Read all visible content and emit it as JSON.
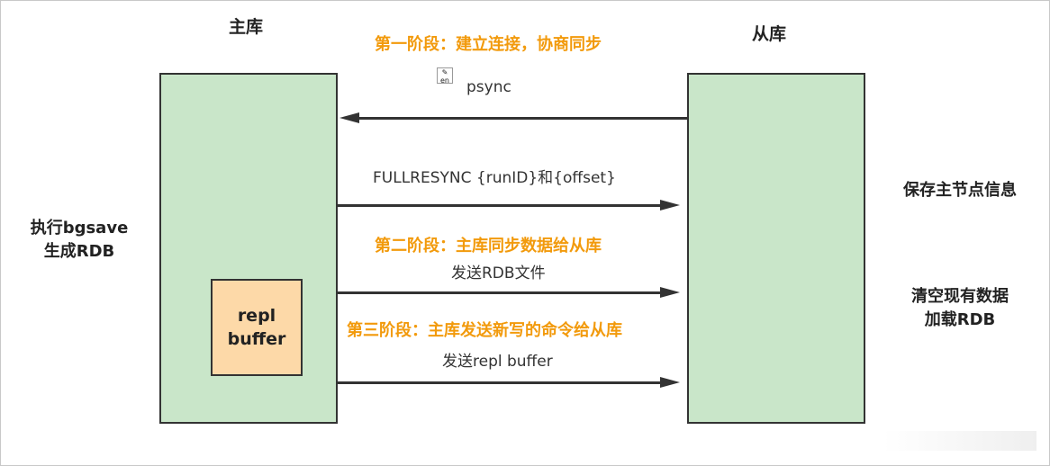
{
  "labels": {
    "master": "主库",
    "slave": "从库",
    "master_side": [
      "执行bgsave",
      "生成RDB"
    ],
    "repl_buffer": [
      "repl",
      "buffer"
    ],
    "slave_save": "保存主节点信息",
    "slave_clear": [
      "清空现有数据",
      "加载RDB"
    ]
  },
  "stages": {
    "stage1": "第一阶段：建立连接，协商同步",
    "stage2": "第二阶段：主库同步数据给从库",
    "stage3": "第三阶段：主库发送新写的命令给从库"
  },
  "messages": {
    "psync": "psync",
    "fullresync": "FULLRESYNC {runID}和{offset}",
    "send_rdb": "发送RDB文件",
    "send_repl": "发送repl buffer"
  },
  "colors": {
    "box_fill": "#c9e6c9",
    "buffer_fill": "#fdd9a8",
    "stage_text": "#f29a0c",
    "stroke": "#333333"
  },
  "icons": {
    "translate": "language-translate-icon"
  }
}
